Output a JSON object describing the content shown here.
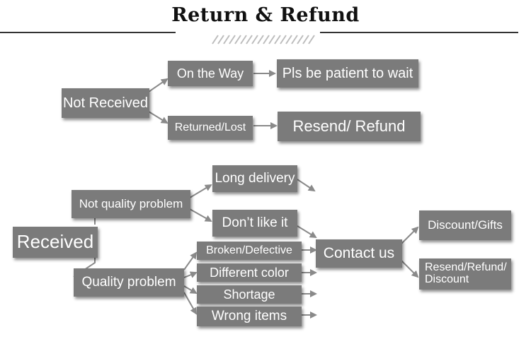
{
  "header": {
    "title": "Return & Refund"
  },
  "nodes": {
    "not_received": "Not Received",
    "on_the_way": "On the Way",
    "be_patient": "Pls be patient to wait",
    "returned_lost": "Returned/Lost",
    "resend_refund": "Resend/ Refund",
    "received": "Received",
    "not_quality_problem": "Not quality problem",
    "long_delivery": "Long delivery",
    "dont_like_it": "Don’t like it",
    "quality_problem": "Quality problem",
    "broken_defective": "Broken/Defective",
    "different_color": "Different color",
    "shortage": "Shortage",
    "wrong_items": "Wrong items",
    "contact_us": "Contact us",
    "discount_gifts": "Discount/Gifts",
    "resend_refund_discount": "Resend/Refund/ Discount"
  },
  "colors": {
    "box": "#7b7b7b",
    "text": "#ffffff",
    "arrow": "#8a8a8a",
    "title": "#111111"
  }
}
